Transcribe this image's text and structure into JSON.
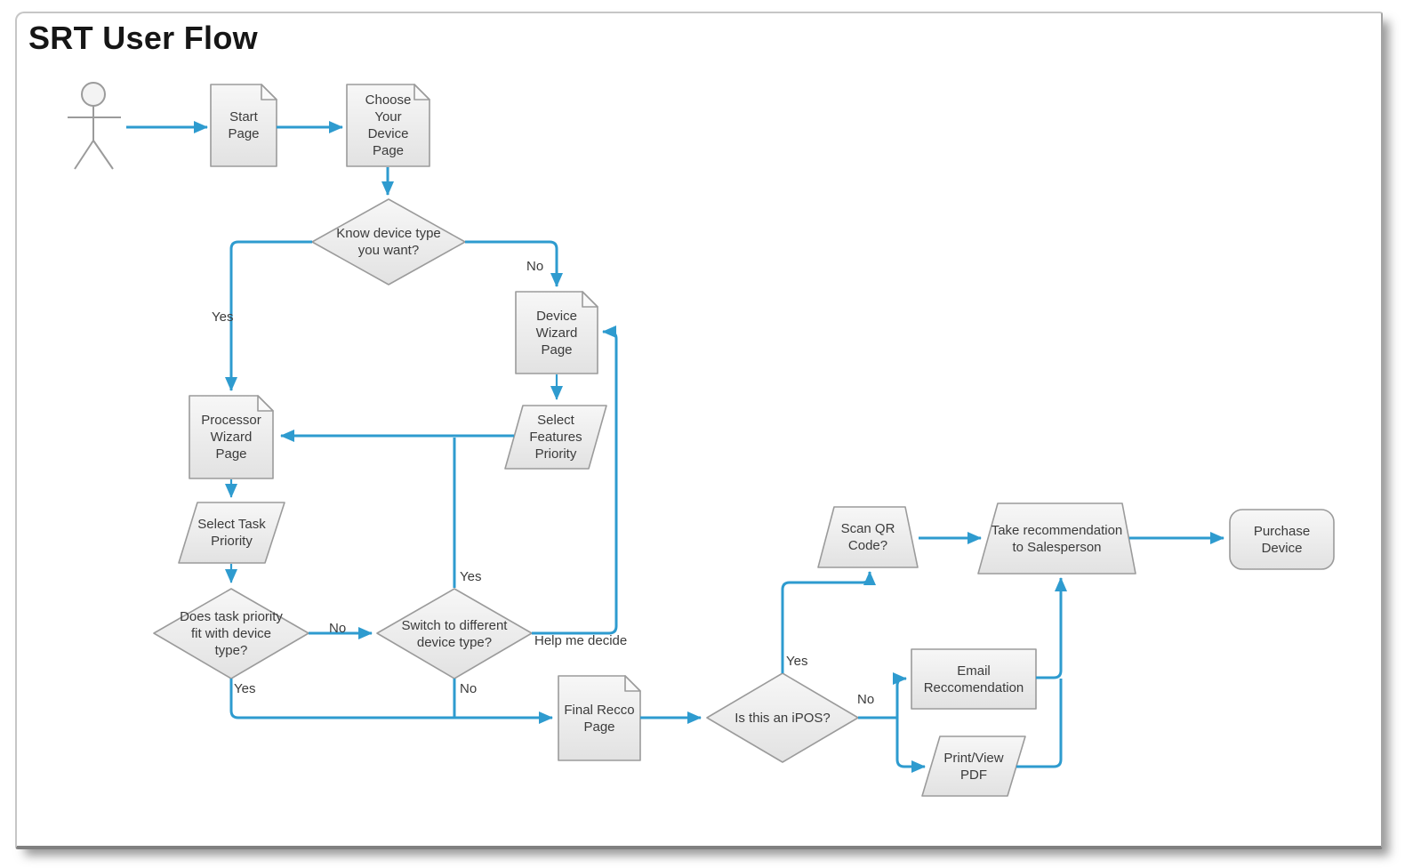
{
  "title": "SRT User Flow",
  "nodes": {
    "start_page": {
      "label": "Start\nPage",
      "shape": "document"
    },
    "choose_device_page": {
      "label": "Choose\nYour\nDevice\nPage",
      "shape": "document"
    },
    "know_device_type": {
      "label": "Know device type\nyou want?",
      "shape": "decision"
    },
    "device_wizard_page": {
      "label": "Device\nWizard\nPage",
      "shape": "document"
    },
    "select_features_priority": {
      "label": "Select\nFeatures\nPriority",
      "shape": "input"
    },
    "processor_wizard_page": {
      "label": "Processor\nWizard\nPage",
      "shape": "document"
    },
    "select_task_priority": {
      "label": "Select Task\nPriority",
      "shape": "input"
    },
    "does_task_priority_fit": {
      "label": "Does task priority\nfit with device\ntype?",
      "shape": "decision"
    },
    "switch_device_type": {
      "label": "Switch to different\ndevice type?",
      "shape": "decision"
    },
    "final_recco_page": {
      "label": "Final Recco\nPage",
      "shape": "document"
    },
    "is_this_an_ipos": {
      "label": "Is this an iPOS?",
      "shape": "decision"
    },
    "scan_qr_code": {
      "label": "Scan QR\nCode?",
      "shape": "manual-operation"
    },
    "take_recommendation": {
      "label": "Take recommendation\nto Salesperson",
      "shape": "manual-operation"
    },
    "purchase_device": {
      "label": "Purchase\nDevice",
      "shape": "terminator"
    },
    "email_reccomendation": {
      "label": "Email\nReccomendation",
      "shape": "process"
    },
    "print_view_pdf": {
      "label": "Print/View\nPDF",
      "shape": "input"
    }
  },
  "edge_labels": {
    "know_yes": "Yes",
    "know_no": "No",
    "switch_yes": "Yes",
    "does_no": "No",
    "help_me_decide": "Help me decide",
    "does_yes": "Yes",
    "switch_no": "No",
    "ipos_yes": "Yes",
    "ipos_no": "No"
  },
  "colors": {
    "connector": "#2E9BCF",
    "shape_fill": "#ececec",
    "shape_border": "#9B9B9B",
    "text": "#3B3B3B",
    "title": "#161616"
  }
}
